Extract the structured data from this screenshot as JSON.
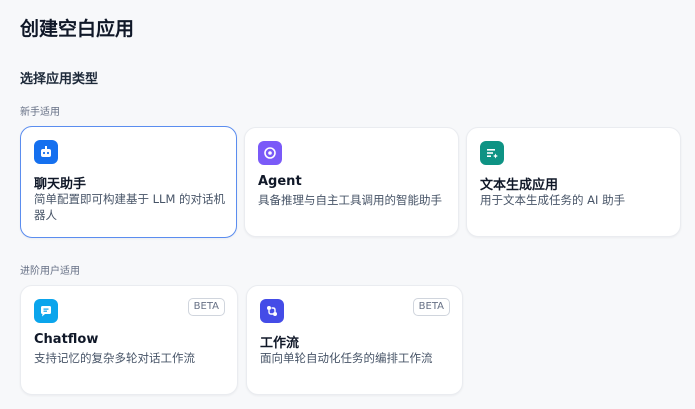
{
  "page": {
    "title": "创建空白应用"
  },
  "section": {
    "title": "选择应用类型"
  },
  "groups": [
    {
      "label": "新手适用"
    },
    {
      "label": "进阶用户适用"
    }
  ],
  "cards": [
    {
      "name": "聊天助手",
      "desc": "简单配置即可构建基于 LLM 的对话机器人",
      "icon": "chatbot-icon",
      "color": "#1570ef",
      "selected": true
    },
    {
      "name": "Agent",
      "desc": "具备推理与自主工具调用的智能助手",
      "icon": "agent-icon",
      "color": "#7a5af8"
    },
    {
      "name": "文本生成应用",
      "desc": "用于文本生成任务的 AI 助手",
      "icon": "text-generation-icon",
      "color": "#0e9384"
    },
    {
      "name": "Chatflow",
      "desc": "支持记忆的复杂多轮对话工作流",
      "icon": "chatflow-icon",
      "color": "#0ba5ec",
      "badge": "BETA"
    },
    {
      "name": "工作流",
      "desc": "面向单轮自动化任务的编排工作流",
      "icon": "workflow-icon",
      "color": "#444ce7",
      "badge": "BETA"
    }
  ]
}
